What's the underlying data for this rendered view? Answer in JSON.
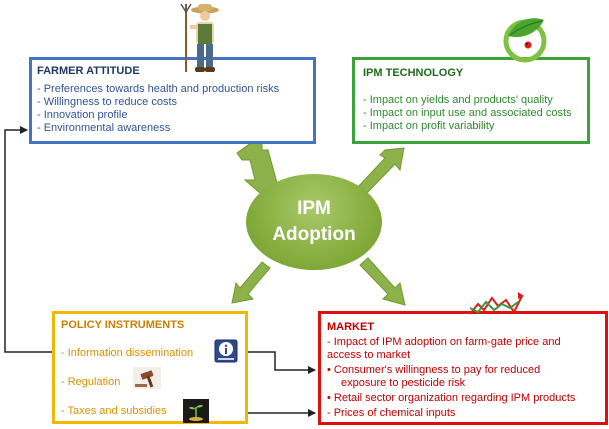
{
  "center": {
    "label": "IPM\nAdoption"
  },
  "farmer": {
    "title": "FARMER ATTITUDE",
    "items": [
      "-   Preferences towards health and production risks",
      "-   Willingness to reduce costs",
      "-   Innovation profile",
      "-   Environmental awareness"
    ]
  },
  "technology": {
    "title": "IPM TECHNOLOGY",
    "items": [
      "-   Impact on yields and products' quality",
      "-   Impact on input use and associated costs",
      "-   Impact on profit variability"
    ]
  },
  "policy": {
    "title": "POLICY INSTRUMENTS",
    "items": [
      "-   Information dissemination",
      "-   Regulation",
      "-   Taxes and subsidies"
    ]
  },
  "market": {
    "title": "MARKET",
    "lines": [
      "- Impact of IPM adoption on farm-gate price and",
      "access to market",
      "•   Consumer's willingness to pay for reduced",
      "exposure to pesticide risk",
      "•   Retail sector organization regarding IPM products",
      "- Prices of chemical inputs"
    ]
  },
  "colors": {
    "farmer": "#4472c4",
    "technology": "#3aa33a",
    "policy": "#f2b705",
    "market": "#e01010",
    "arrows": "#8db14b"
  },
  "icons": [
    "farmer-illustration",
    "leaf-icon",
    "information-icon",
    "gavel-icon",
    "money-icon",
    "price-chart-icon"
  ]
}
